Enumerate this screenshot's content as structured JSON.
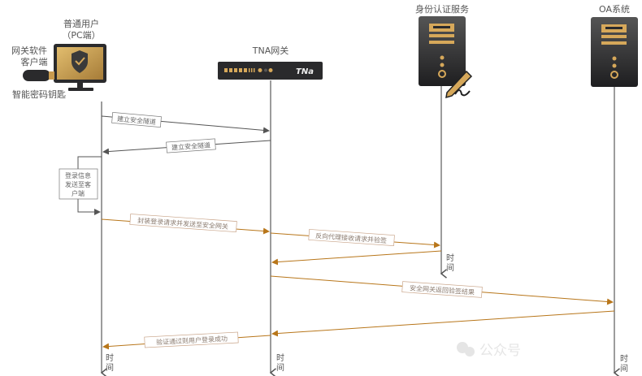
{
  "actors": {
    "client": {
      "title_line1": "普通用户",
      "title_line2": "（PC端）",
      "software_line1": "网关软件",
      "software_line2": "客户端",
      "key_label": "智能密码钥匙"
    },
    "gateway": {
      "title": "TNA网关",
      "logo": "TNa"
    },
    "auth": {
      "title": "身份认证服务"
    },
    "oa": {
      "title": "OA系统"
    }
  },
  "time_label": [
    "时",
    "间"
  ],
  "messages": [
    {
      "label": "建立安全隧道",
      "from": "client",
      "to": "gateway"
    },
    {
      "label": "建立安全隧道",
      "from": "gateway",
      "to": "client"
    },
    {
      "label_lines": [
        "登录信息",
        "发送至客",
        "户端"
      ],
      "from": "client",
      "to": "client"
    },
    {
      "label": "封装登录请求并发送至安全网关",
      "from": "client",
      "to": "gateway"
    },
    {
      "label": "反向代理接收请求并验签",
      "from": "gateway",
      "to": "auth"
    },
    {
      "label": "",
      "from": "auth",
      "to": "gateway"
    },
    {
      "label": "安全网关返回验签结果",
      "from": "gateway",
      "to": "oa"
    },
    {
      "label": "",
      "from": "oa",
      "to": "gateway"
    },
    {
      "label": "验证通过则用户登录成功",
      "from": "gateway",
      "to": "client"
    }
  ],
  "watermark": "公众号",
  "colors": {
    "gray_arrow": "#555555",
    "orange_arrow": "#b8761a",
    "gold": "#d6a85a",
    "device": "#2a2a2c"
  }
}
